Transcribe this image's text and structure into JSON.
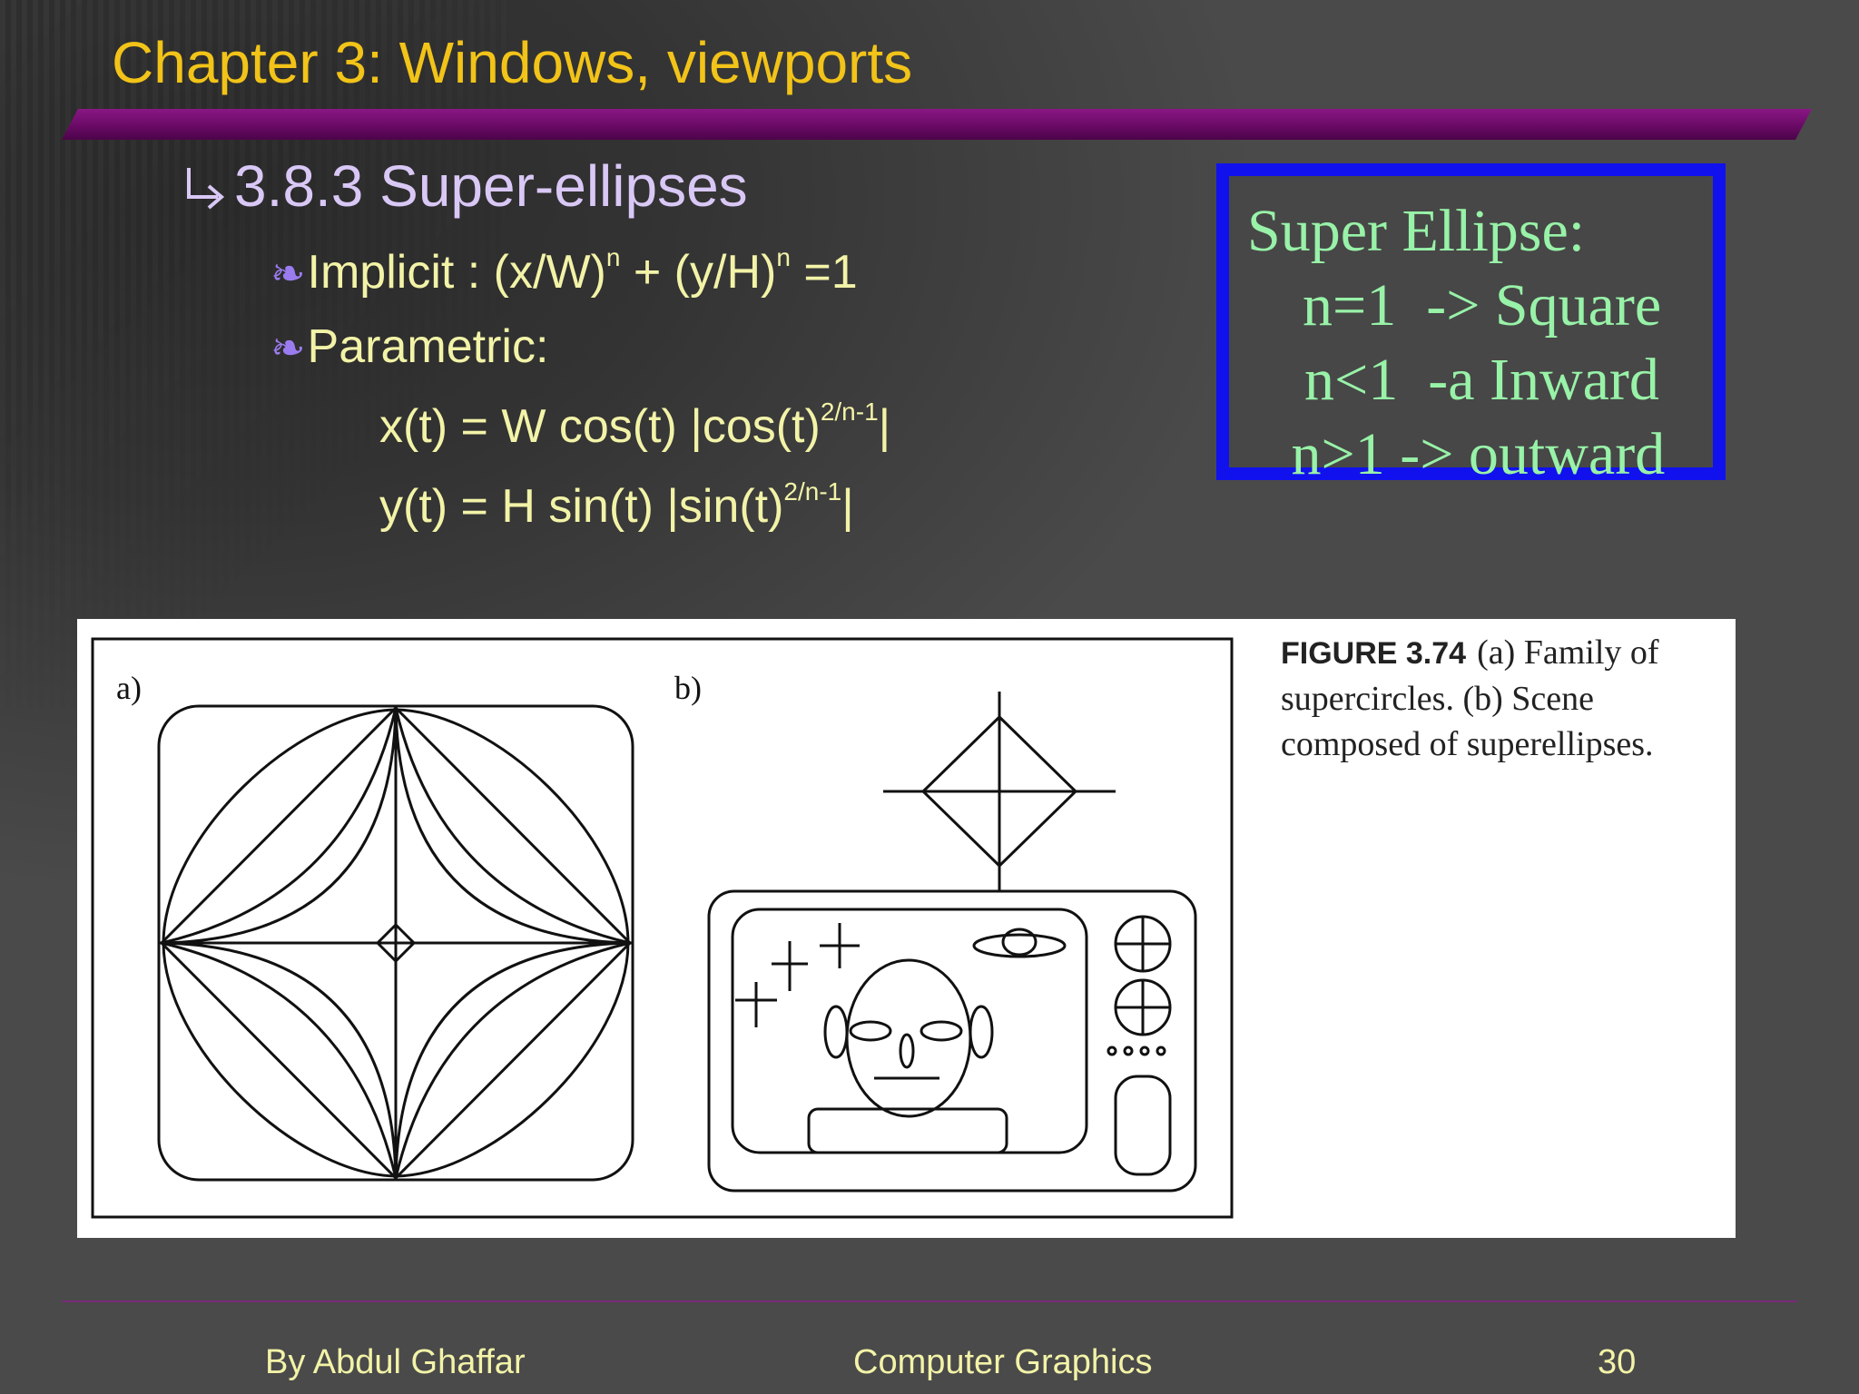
{
  "slide": {
    "title": "Chapter 3: Windows, viewports",
    "section": "3.8.3 Super-ellipses",
    "bullets": [
      {
        "label": "Implicit : (x/W)",
        "sup1": "n",
        "mid": " + (y/H)",
        "sup2": "n",
        "tail": " =1"
      },
      {
        "label": "Parametric:"
      }
    ],
    "equations": [
      {
        "lhs": "x(t) = W cos(t) |cos(t)",
        "sup": "2/n-1",
        "end": "|"
      },
      {
        "lhs": "y(t) = H  sin(t)  |sin(t)",
        "sup": "2/n-1",
        "end": "|"
      }
    ],
    "info_box": {
      "lines": [
        "Super Ellipse:",
        "  n=1  -> Square",
        "  n<1  -a Inward",
        " n>1 -> outward"
      ]
    },
    "figure": {
      "label_a": "a)",
      "label_b": "b)",
      "caption_num": "FIGURE 3.74",
      "caption_text": "(a) Family of supercircles. (b) Scene composed of superellipses."
    },
    "footer": {
      "author": "By Abdul Ghaffar",
      "course": "Computer Graphics",
      "page": "30"
    }
  }
}
